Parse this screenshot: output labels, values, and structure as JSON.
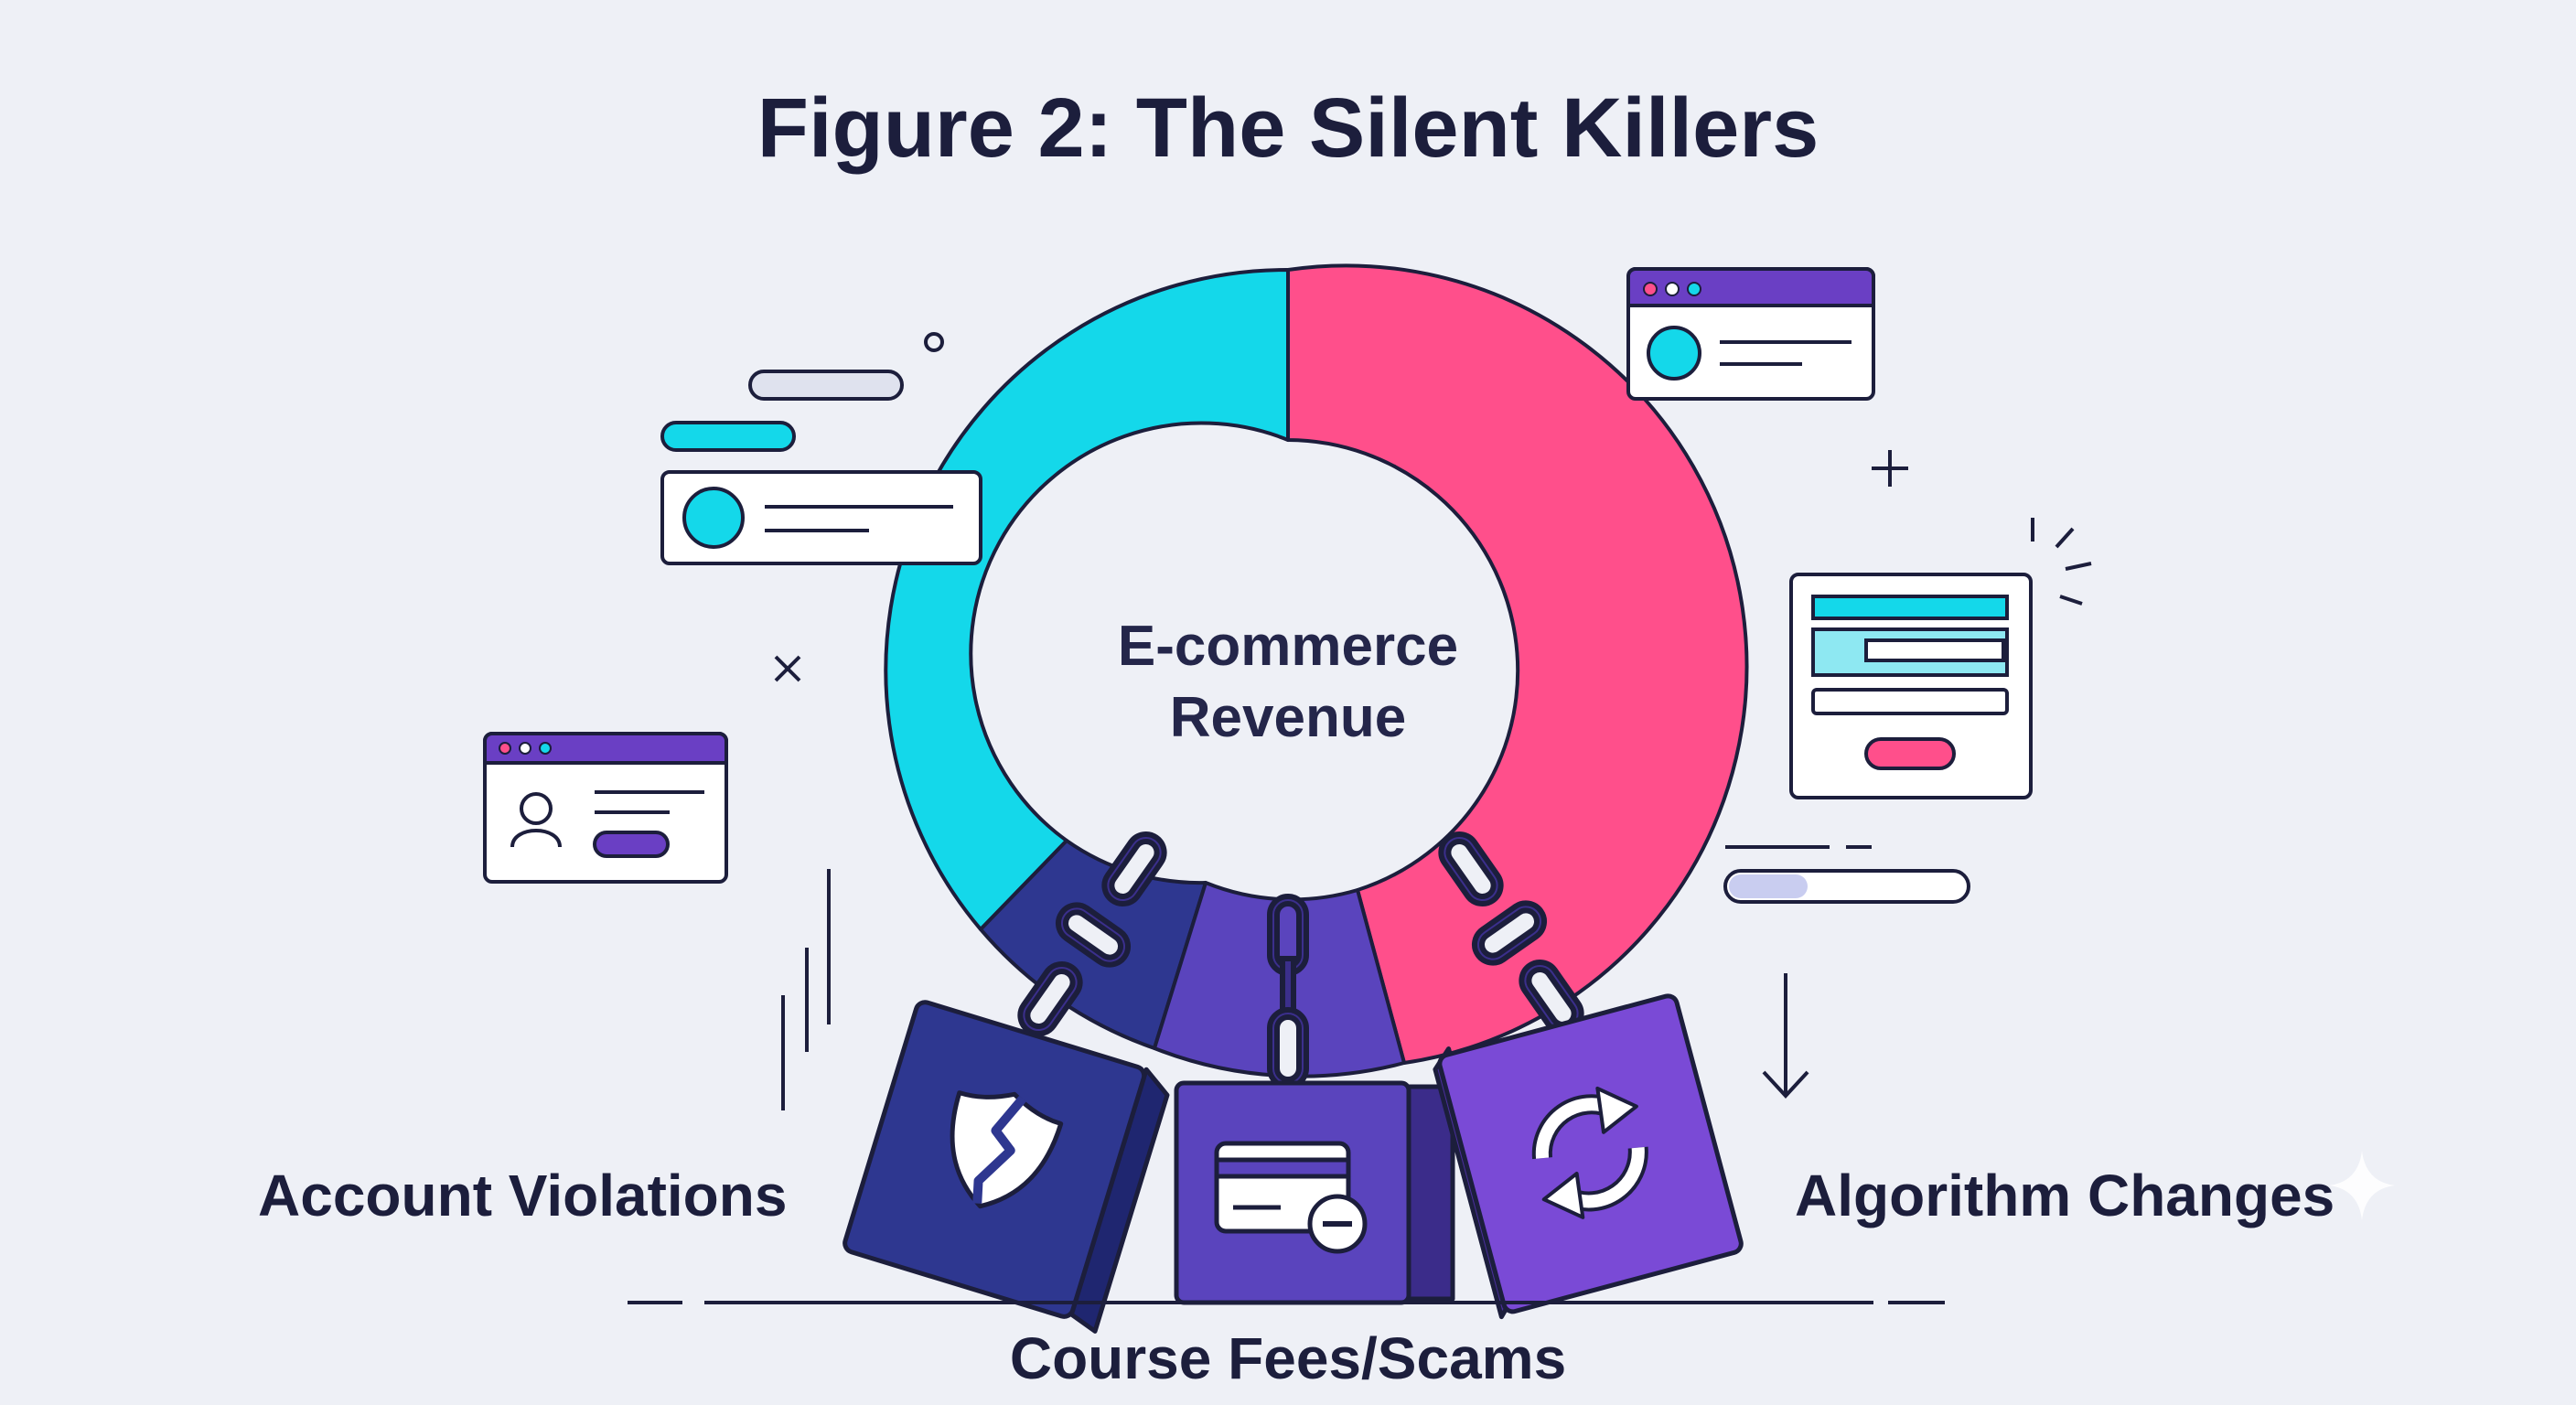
{
  "title": "Figure 2: The Silent Killers",
  "center": {
    "line1": "E-commerce",
    "line2": "Revenue"
  },
  "threats": {
    "left": "Account Violations",
    "bottom": "Course Fees/Scams",
    "right": "Algorithm Changes"
  },
  "colors": {
    "cyan": "#14d8ea",
    "pink": "#ff4f8b",
    "navy": "#2e3790",
    "indigo": "#3c3fa4",
    "purple": "#6a3fc4",
    "violet": "#7a4ad6",
    "ink": "#1c1e3c",
    "background": "#eef0f6"
  },
  "icons": [
    "broken-shield-icon",
    "credit-card-minus-icon",
    "refresh-arrows-icon",
    "user-icon"
  ]
}
